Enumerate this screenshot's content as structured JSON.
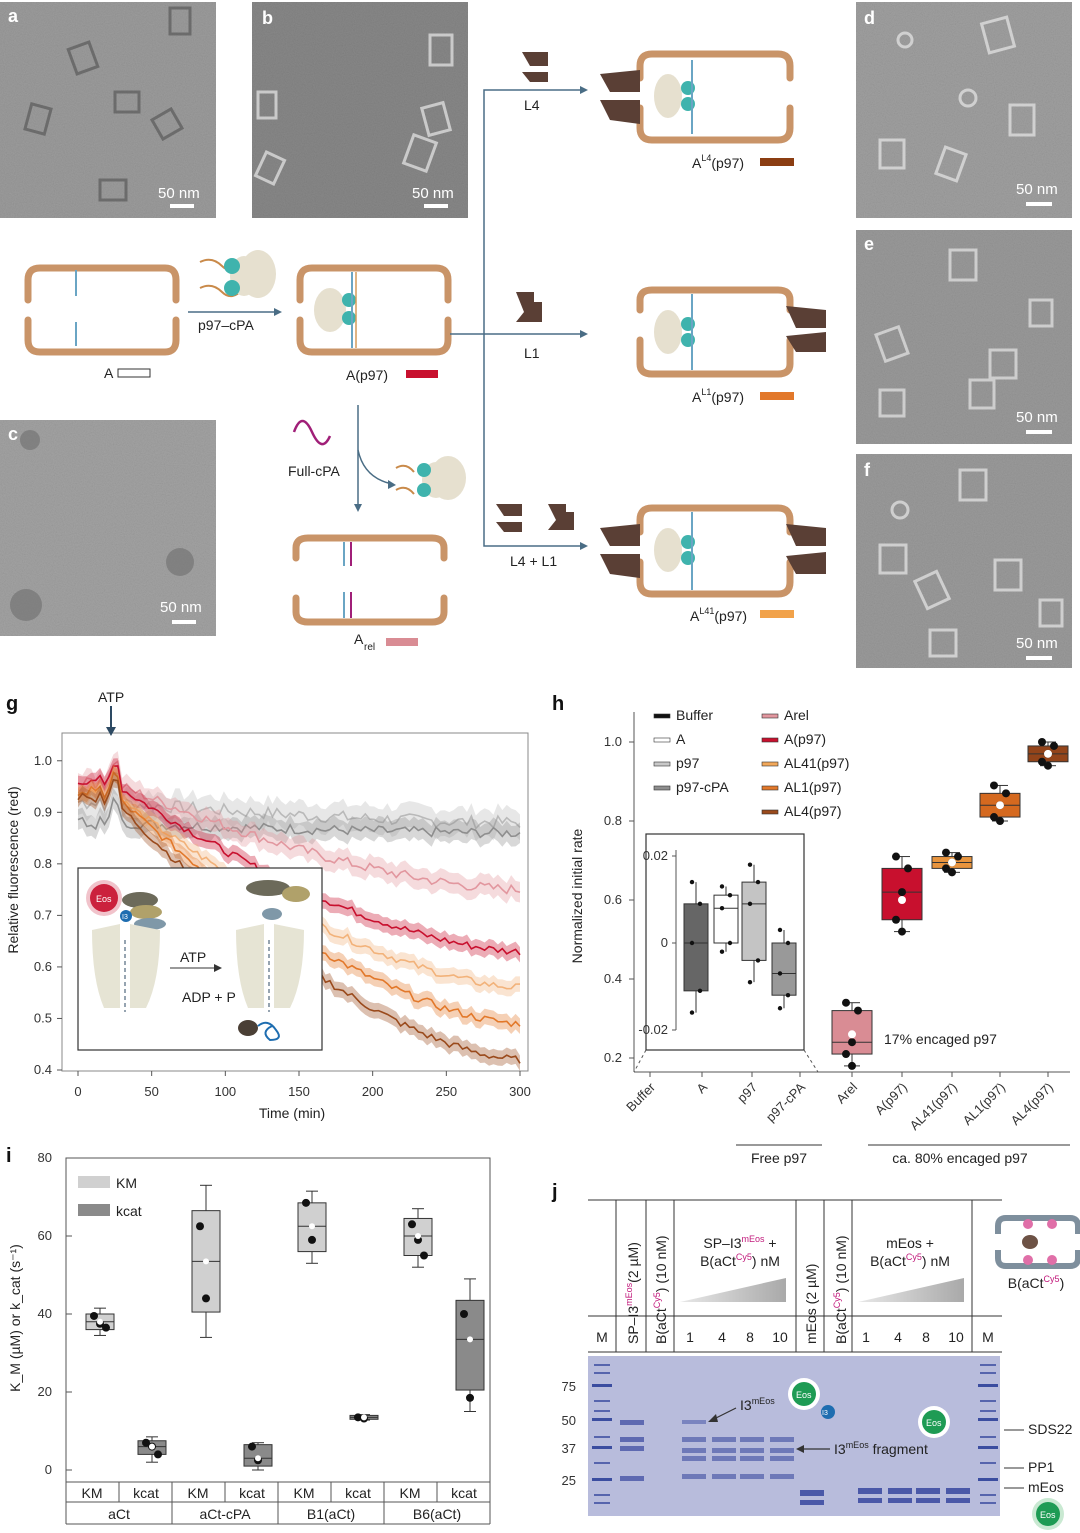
{
  "panels": {
    "a": {
      "letter": "a",
      "scale": "50 nm"
    },
    "b": {
      "letter": "b",
      "scale": "50 nm"
    },
    "c": {
      "letter": "c",
      "scale": "50 nm"
    },
    "d": {
      "letter": "d",
      "scale": "50 nm"
    },
    "e": {
      "letter": "e",
      "scale": "50 nm"
    },
    "f": {
      "letter": "f",
      "scale": "50 nm"
    },
    "g": {
      "letter": "g"
    },
    "h": {
      "letter": "h"
    },
    "i": {
      "letter": "i"
    },
    "j": {
      "letter": "j"
    }
  },
  "schematic": {
    "label_A": "A",
    "step_p97": "p97–cPA",
    "label_Ap97": "A(p97)",
    "full_cpa": "Full-cPA",
    "label_Arel": "A",
    "label_Arel_sub": "rel",
    "branch_L4": "L4",
    "branch_L1": "L1",
    "branch_L4L1": "L4 + L1",
    "res_L4": "A",
    "res_L4_sup": "L4",
    "res_L4_tail": "(p97)",
    "res_L1": "A",
    "res_L1_sup": "L1",
    "res_L1_tail": "(p97)",
    "res_L41": "A",
    "res_L41_sup": "L41",
    "res_L41_tail": "(p97)",
    "colors": {
      "A": "#ffffff",
      "Ap97": "#c8102e",
      "Arel": "#d98c94",
      "L4": "#8b3d12",
      "L1": "#e2782a",
      "L41": "#f1a24a",
      "shell": "#c99468",
      "plug": "#5a3f35",
      "p97": "#e6e0cf",
      "cofactor": "#3fb3ad"
    }
  },
  "chart_data": [
    {
      "id": "g",
      "type": "line",
      "xlabel": "Time (min)",
      "ylabel": "Relative fluorescence (red)",
      "xlim": [
        0,
        300
      ],
      "ylim": [
        0.4,
        1.05
      ],
      "xticks": [
        0,
        50,
        100,
        150,
        200,
        250,
        300
      ],
      "yticks": [
        0.4,
        0.5,
        0.6,
        0.7,
        0.8,
        0.9,
        1.0
      ],
      "annotation": "ATP",
      "annotation_x": 22,
      "inset": {
        "atp": "ATP",
        "adp": "ADP + P",
        "eos": "Eos",
        "i3": "I3"
      },
      "series": [
        {
          "name": "p97",
          "color": "#b9b9b9",
          "start": 0.92,
          "end": 0.88,
          "noise": 0.025
        },
        {
          "name": "p97-cPA",
          "color": "#8e8e8e",
          "start": 0.88,
          "end": 0.86,
          "noise": 0.02
        },
        {
          "name": "A_rel",
          "color": "#e2979f",
          "start": 0.96,
          "end": 0.75,
          "noise": 0.02
        },
        {
          "name": "A(p97)",
          "color": "#c8102e",
          "start": 0.96,
          "end": 0.63,
          "noise": 0.015
        },
        {
          "name": "A_L41(p97)",
          "color": "#f2b27a",
          "start": 0.94,
          "end": 0.56,
          "noise": 0.015
        },
        {
          "name": "A_L1(p97)",
          "color": "#e2782a",
          "start": 0.94,
          "end": 0.49,
          "noise": 0.015
        },
        {
          "name": "A_L4(p97)",
          "color": "#9a4a1c",
          "start": 0.93,
          "end": 0.42,
          "noise": 0.015
        }
      ]
    },
    {
      "id": "h",
      "type": "box",
      "ylabel": "Normalized initial rate",
      "ylim": [
        0.2,
        1.05
      ],
      "yticks": [
        0.2,
        0.4,
        0.6,
        0.8,
        1.0
      ],
      "categories": [
        "Buffer",
        "A",
        "p97",
        "p97-cPA",
        "Arel",
        "A(p97)",
        "AL41(p97)",
        "AL1(p97)",
        "AL4(p97)"
      ],
      "boxes": [
        {
          "cat": "Arel",
          "q1": 0.21,
          "q3": 0.32,
          "med": 0.24,
          "min": 0.18,
          "max": 0.34,
          "mean": 0.26,
          "color": "#d98c94"
        },
        {
          "cat": "A(p97)",
          "q1": 0.55,
          "q3": 0.68,
          "med": 0.62,
          "min": 0.52,
          "max": 0.71,
          "mean": 0.6,
          "color": "#c8102e"
        },
        {
          "cat": "AL41(p97)",
          "q1": 0.68,
          "q3": 0.71,
          "med": 0.695,
          "min": 0.67,
          "max": 0.72,
          "mean": 0.695,
          "color": "#e8943e"
        },
        {
          "cat": "AL1(p97)",
          "q1": 0.81,
          "q3": 0.87,
          "med": 0.84,
          "min": 0.8,
          "max": 0.89,
          "mean": 0.84,
          "color": "#d5691f"
        },
        {
          "cat": "AL4(p97)",
          "q1": 0.95,
          "q3": 0.99,
          "med": 0.97,
          "min": 0.94,
          "max": 1.0,
          "mean": 0.97,
          "color": "#93441a"
        }
      ],
      "annotation": "17% encaged p97",
      "group1": "Free p97",
      "group2": "ca. 80% encaged p97",
      "legend": [
        {
          "label": "Buffer",
          "color": "#111111"
        },
        {
          "label": "A",
          "color": "#ffffff"
        },
        {
          "label": "p97",
          "color": "#c8c8c8"
        },
        {
          "label": "p97-cPA",
          "color": "#8e8e8e"
        },
        {
          "label": "Arel",
          "color": "#e2979f"
        },
        {
          "label": "A(p97)",
          "color": "#c8102e"
        },
        {
          "label": "AL41(p97)",
          "color": "#f2a85a"
        },
        {
          "label": "AL1(p97)",
          "color": "#e2782a"
        },
        {
          "label": "AL4(p97)",
          "color": "#9a4a1c"
        }
      ],
      "inset": {
        "ylim": [
          -0.02,
          0.02
        ],
        "yticks": [
          -0.02,
          0,
          0.02
        ],
        "boxes": [
          {
            "q1": -0.011,
            "q3": 0.009,
            "med": 0.0,
            "min": -0.016,
            "max": 0.014,
            "color": "#666666"
          },
          {
            "q1": 0.0,
            "q3": 0.011,
            "med": 0.008,
            "min": -0.002,
            "max": 0.013,
            "color": "#ffffff"
          },
          {
            "q1": -0.004,
            "q3": 0.014,
            "med": 0.009,
            "min": -0.009,
            "max": 0.018,
            "color": "#c4c4c4"
          },
          {
            "q1": -0.012,
            "q3": 0.0,
            "med": -0.007,
            "min": -0.015,
            "max": 0.003,
            "color": "#999999"
          }
        ]
      }
    },
    {
      "id": "i",
      "type": "box",
      "ylabel": "K_M (µM) or k_cat (s⁻¹)",
      "ylim": [
        0,
        80
      ],
      "yticks": [
        0,
        20,
        40,
        60,
        80
      ],
      "legend": [
        {
          "label": "KM",
          "color": "#d0d0d0"
        },
        {
          "label": "kcat",
          "color": "#8a8a8a"
        }
      ],
      "groups": [
        "aCt",
        "aCt-cPA",
        "B1(aCt)",
        "B6(aCt)"
      ],
      "boxes": [
        {
          "group": 0,
          "kind": "KM",
          "q1": 36,
          "q3": 40,
          "med": 38,
          "min": 34.5,
          "max": 41.5,
          "pts": [
            39.5,
            37.5,
            36.5
          ]
        },
        {
          "group": 0,
          "kind": "kcat",
          "q1": 4,
          "q3": 7.5,
          "med": 6,
          "min": 2,
          "max": 8.5,
          "pts": [
            7,
            6,
            4
          ]
        },
        {
          "group": 1,
          "kind": "KM",
          "q1": 40.5,
          "q3": 66.5,
          "med": 53.5,
          "min": 34,
          "max": 73,
          "pts": [
            62.5,
            44
          ]
        },
        {
          "group": 1,
          "kind": "kcat",
          "q1": 1,
          "q3": 6.5,
          "med": 3,
          "min": 0,
          "max": 7,
          "pts": [
            6,
            2.5
          ]
        },
        {
          "group": 2,
          "kind": "KM",
          "q1": 56,
          "q3": 68.5,
          "med": 62.5,
          "min": 53,
          "max": 71.5,
          "pts": [
            68.5,
            59
          ]
        },
        {
          "group": 2,
          "kind": "kcat",
          "q1": 13,
          "q3": 14,
          "med": 13.5,
          "min": 12.8,
          "max": 14.2,
          "pts": [
            13.5,
            13.2
          ]
        },
        {
          "group": 3,
          "kind": "KM",
          "q1": 55,
          "q3": 64.5,
          "med": 60,
          "min": 52,
          "max": 67,
          "pts": [
            63,
            59,
            55
          ]
        },
        {
          "group": 3,
          "kind": "kcat",
          "q1": 20.5,
          "q3": 43.5,
          "med": 33.5,
          "min": 15,
          "max": 49,
          "pts": [
            40,
            18.5
          ]
        }
      ]
    }
  ],
  "gel": {
    "letter": "j",
    "header_sp": "SP–I3",
    "header_sp_sup": "mEos",
    "header_sp_tail": "(2 µM)",
    "header_b": "B(aCt",
    "header_b_sup": "Cy5",
    "header_b_tail": ") (10 nM)",
    "group1_line1": "SP–I3",
    "group1_line1_sup": "mEos",
    "group1_line1_tail": " +",
    "group1_line2": "B(aCt",
    "group1_line2_sup": "Cy5",
    "group1_line2_tail": ") nM",
    "mEos_col": "mEos (2 µM)",
    "group2_line1": "mEos +",
    "group2_line2": "B(aCt",
    "group2_line2_sup": "Cy5",
    "group2_line2_tail": ") nM",
    "cage_label": "B(aCt",
    "cage_label_sup": "Cy5",
    "cage_label_tail": ")",
    "lanes": [
      "M",
      "",
      "",
      "1",
      "4",
      "8",
      "10",
      "",
      "",
      "1",
      "4",
      "8",
      "10",
      "M"
    ],
    "mw": [
      "75",
      "50",
      "37",
      "25"
    ],
    "bands_right": [
      "SDS22",
      "PP1",
      "mEos"
    ],
    "arrow1": "I3",
    "arrow1_sup": "mEos",
    "arrow2": "I3",
    "arrow2_sup": "mEos",
    "arrow2_tail": " fragment",
    "eos": "Eos",
    "i3": "I3"
  }
}
